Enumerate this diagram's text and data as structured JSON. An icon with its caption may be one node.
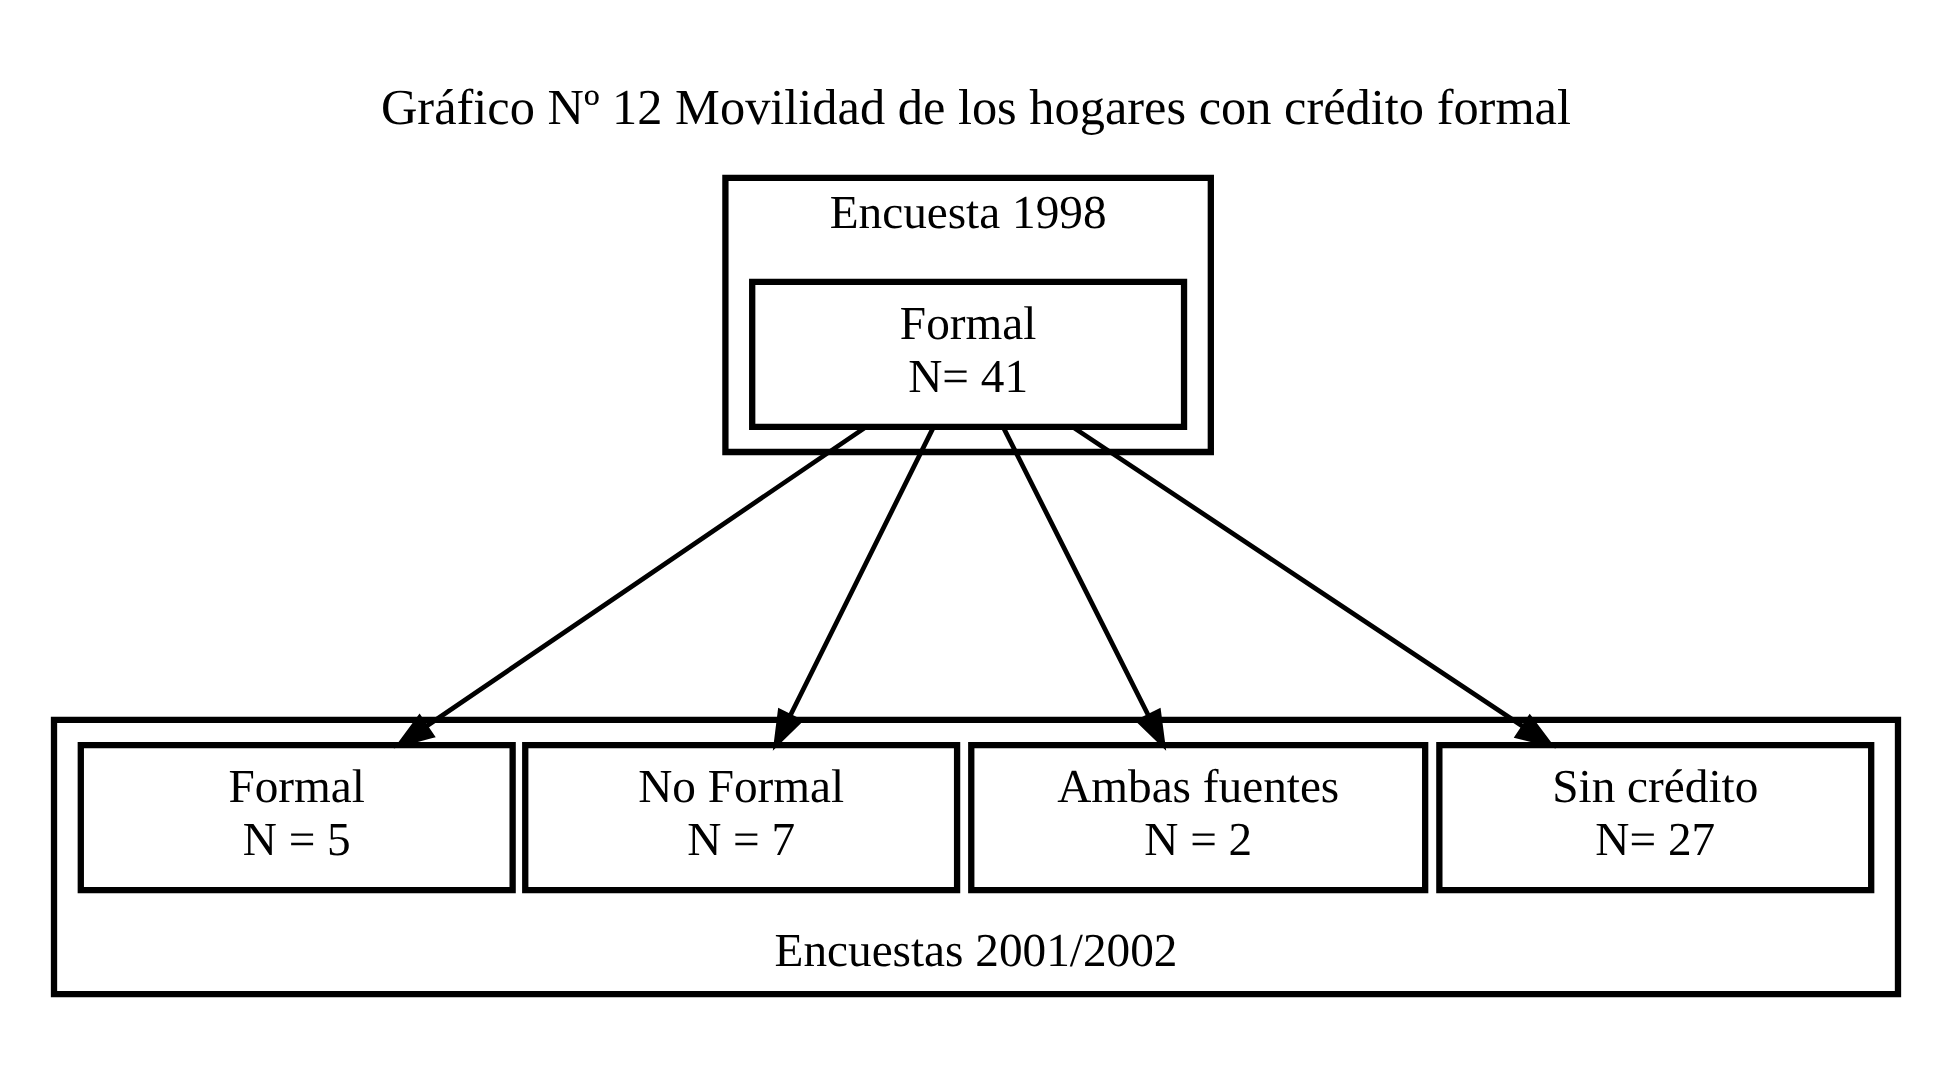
{
  "diagram": {
    "title": "Gráfico Nº 12 Movilidad de los hogares con crédito formal",
    "nodes": [
      {
        "text": [
          "Encuesta 1998"
        ]
      },
      {
        "text": [
          "Formal",
          "N= 41"
        ],
        "in": 0
      },
      {
        "text": [
          "Encuestas 2001/2002"
        ]
      },
      {
        "text": [
          "Formal",
          "N = 5"
        ],
        "in": 2
      },
      {
        "text": [
          "No Formal",
          "N = 7"
        ],
        "in": 2
      },
      {
        "text": [
          "Ambas fuentes",
          "N = 2"
        ],
        "in": 2
      },
      {
        "text": [
          "Sin crédito",
          "N= 27"
        ],
        "in": 2
      }
    ],
    "edges": [
      {
        "from": 1,
        "to": 3,
        "arrow": "to"
      },
      {
        "from": 1,
        "to": 4,
        "arrow": "to"
      },
      {
        "from": 1,
        "to": 5,
        "arrow": "to"
      },
      {
        "from": 1,
        "to": 6,
        "arrow": "to"
      }
    ]
  }
}
